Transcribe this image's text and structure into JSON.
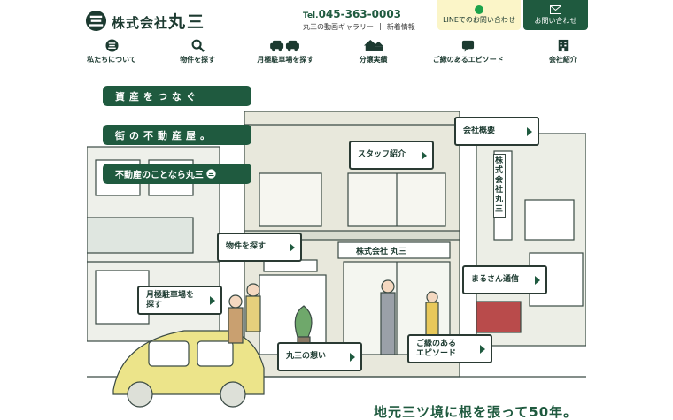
{
  "header": {
    "logo_text": "株式会社",
    "logo_name": "丸三",
    "tel_prefix": "Tel.",
    "tel_number": "045-363-0003",
    "sublinks": [
      "丸三の動画ギャラリー",
      "|",
      "新着情報"
    ],
    "line_button": "LINEでのお問い合わせ",
    "contact_button": "お問い合わせ"
  },
  "nav": [
    {
      "label": "私たちについて",
      "icon": "logo-icon"
    },
    {
      "label": "物件を探す",
      "icon": "search-icon"
    },
    {
      "label": "月極駐車場を探す",
      "icon": "car-icon"
    },
    {
      "label": "分譲実績",
      "icon": "house-icon"
    },
    {
      "label": "ご縁のあるエピソード",
      "icon": "chat-icon"
    },
    {
      "label": "会社紹介",
      "icon": "building-icon"
    }
  ],
  "hero": {
    "ribbon1": "資産をつなぐ",
    "ribbon2": "街の不動産屋。",
    "ribbon3": "不動産のことなら丸三",
    "tagline": "地元三ツ境に根を張って50年。",
    "building_sign": "株式会社 丸三",
    "vertical_sign": "株式会社丸三"
  },
  "buttons": {
    "staff": "スタッフ紹介",
    "company": "会社概要",
    "property": "物件を探す",
    "parking_line1": "月極駐車場を",
    "parking_line2": "探す",
    "news": "まるさん通信",
    "thoughts": "丸三の想い",
    "episode_line1": "ご縁のある",
    "episode_line2": "エピソード"
  },
  "colors": {
    "brand": "#1f5a3f",
    "line": "#1ca34b",
    "line_bg": "#fbf5c8",
    "car": "#ece48a"
  }
}
